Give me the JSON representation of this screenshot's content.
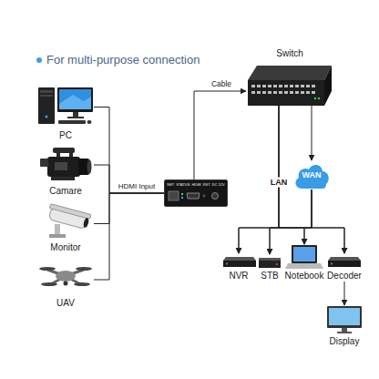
{
  "diagram": {
    "title": "For multi-purpose connection",
    "nodes": [
      {
        "text": [
          "PC"
        ]
      },
      {
        "text": [
          "Camare"
        ]
      },
      {
        "text": [
          "Monitor"
        ]
      },
      {
        "text": [
          "UAV"
        ]
      },
      {
        "text": [
          "NET",
          "STATUS",
          "HDMI",
          "RST",
          "DC 12V"
        ]
      },
      {
        "text": [
          "Switch"
        ]
      },
      {
        "text": [
          "WAN"
        ]
      },
      {
        "text": [
          "NVR"
        ]
      },
      {
        "text": [
          "STB"
        ]
      },
      {
        "text": [
          "Notebook"
        ]
      },
      {
        "text": [
          "Decoder"
        ]
      },
      {
        "text": [
          "Display"
        ]
      }
    ],
    "edges": [
      {
        "from": 0,
        "to": 4,
        "arrow": "none"
      },
      {
        "from": 1,
        "to": 4,
        "label": "HDMI Input",
        "arrow": "none"
      },
      {
        "from": 2,
        "to": 4,
        "arrow": "none"
      },
      {
        "from": 3,
        "to": 4,
        "arrow": "none"
      },
      {
        "from": 4,
        "to": 5,
        "label": "Cable",
        "arrow": "to"
      },
      {
        "from": 5,
        "to": 7,
        "label": "LAN",
        "arrow": "to"
      },
      {
        "from": 5,
        "to": 8,
        "arrow": "to"
      },
      {
        "from": 5,
        "to": 9,
        "arrow": "to"
      },
      {
        "from": 5,
        "to": 10,
        "arrow": "to"
      },
      {
        "from": 5,
        "to": 6,
        "arrow": "to"
      },
      {
        "from": 6,
        "to": 7,
        "arrow": "to"
      },
      {
        "from": 6,
        "to": 8,
        "arrow": "to"
      },
      {
        "from": 6,
        "to": 9,
        "arrow": "to"
      },
      {
        "from": 6,
        "to": 10,
        "arrow": "to"
      },
      {
        "from": 10,
        "to": 11,
        "arrow": "to"
      }
    ]
  }
}
